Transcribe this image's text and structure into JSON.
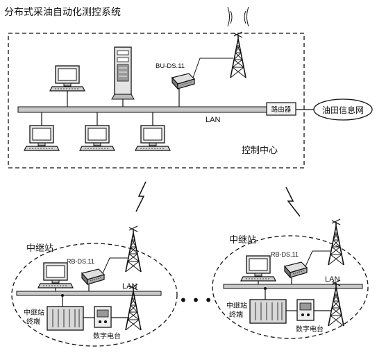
{
  "title": "分布式采油自动化测控系统",
  "control_center": {
    "label": "控制中心",
    "lan_label": "LAN",
    "modem_label": "BU-DS.11",
    "router_label": "路由器",
    "oilfield_network_label": "油田信息网"
  },
  "relay_station_left": {
    "label": "中继站",
    "modem_label": "RB-DS.11",
    "lan_label": "LAN",
    "terminal_label_line1": "中继站",
    "terminal_label_line2": "终端",
    "digital_station_label": "数字电台"
  },
  "relay_station_right": {
    "label": "中继站",
    "modem_label": "RB-DS.11",
    "lan_label": "LAN",
    "terminal_label_line1": "中继站",
    "terminal_label_line2": "终端",
    "digital_station_label": "数字电台"
  },
  "ellipsis": "• • •"
}
